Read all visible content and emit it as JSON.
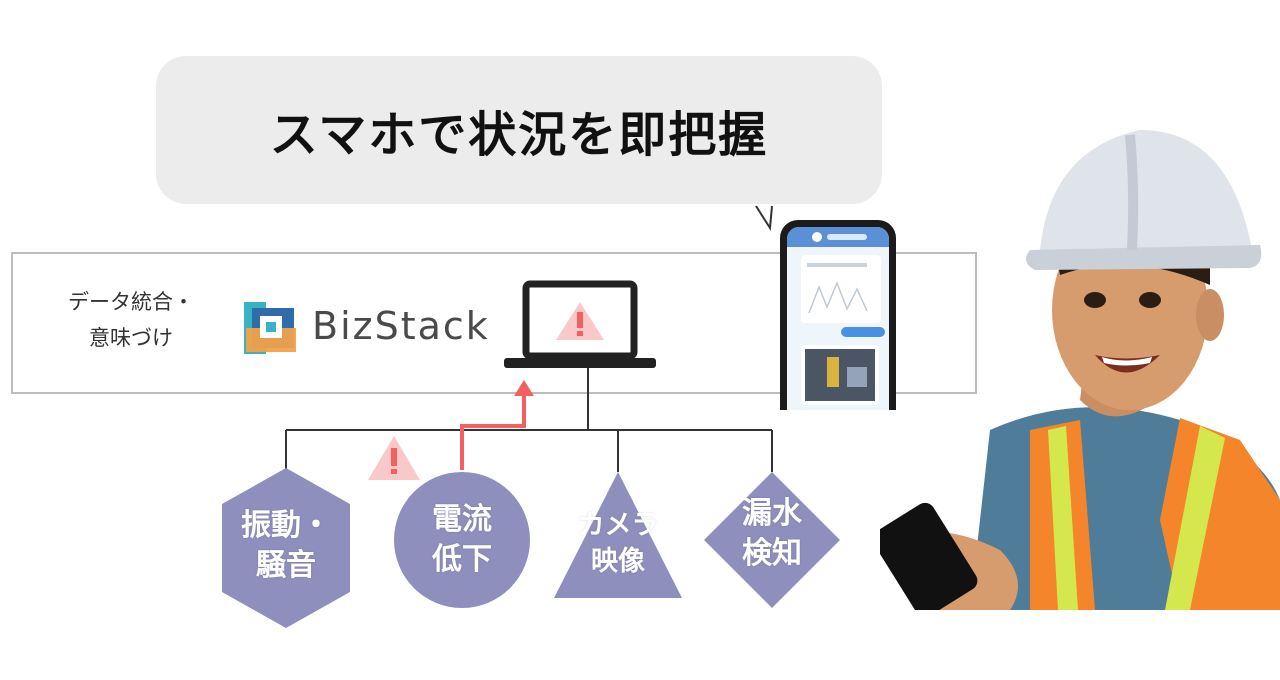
{
  "headline": "スマホで状況を即把握",
  "platform": {
    "label_line1": "データ統合・",
    "label_line2": "意味づけ",
    "logo_text": "BizStack"
  },
  "sensors": [
    {
      "line1": "振動・",
      "line2": "騒音",
      "shape": "hexagon"
    },
    {
      "line1": "電流",
      "line2": "低下",
      "shape": "circle",
      "alert": true
    },
    {
      "line1": "カメラ",
      "line2": "映像",
      "shape": "triangle"
    },
    {
      "line1": "漏水",
      "line2": "検知",
      "shape": "diamond"
    }
  ],
  "colors": {
    "node_fill": "#8e8fbd",
    "alert_red": "#f26060",
    "alert_light": "#f9c9c9",
    "line": "#333333",
    "logo_blue": "#2f6da8",
    "logo_teal": "#39b3c3",
    "logo_orange": "#f0a24a"
  },
  "icons": [
    "warning-icon",
    "laptop-icon",
    "smartphone-icon",
    "bizstack-logo-icon"
  ]
}
